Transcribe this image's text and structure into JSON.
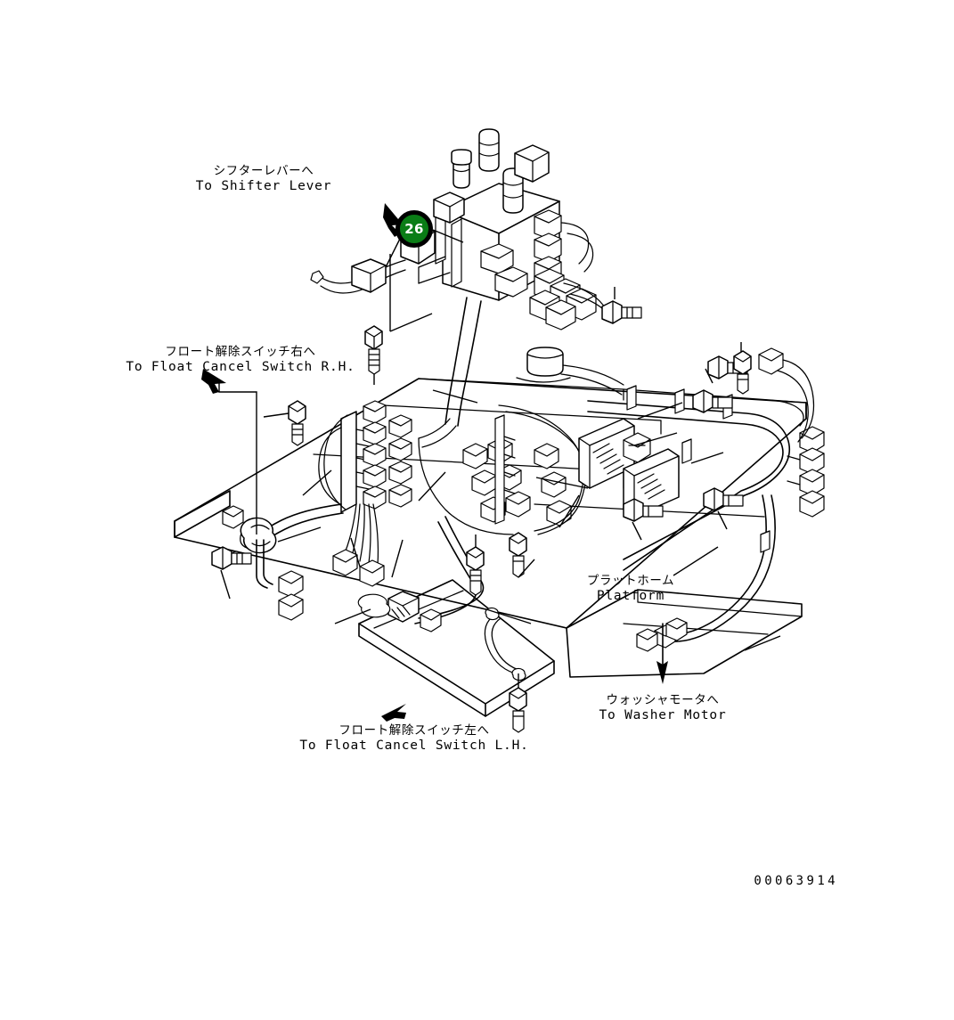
{
  "sheet": {
    "background_color": "#ffffff",
    "line_color": "#000000",
    "drawing_number": "00063914"
  },
  "badge": {
    "number": "26",
    "fill_color": "#0a7d16",
    "ring_color": "#000000",
    "text_color": "#ffffff"
  },
  "callouts": [
    {
      "id": "shifter-lever",
      "jp": "シフターレバーへ",
      "en": "To Shifter Lever"
    },
    {
      "id": "float-cancel-switch-rh",
      "jp": "フロート解除スイッチ右へ",
      "en": "To Float Cancel Switch R.H."
    },
    {
      "id": "float-cancel-switch-lh",
      "jp": "フロート解除スイッチ左へ",
      "en": "To Float Cancel Switch L.H."
    },
    {
      "id": "washer-motor",
      "jp": "ウォッシャモータへ",
      "en": "To Washer Motor"
    },
    {
      "id": "platform",
      "jp": "プラットホーム",
      "en": "Platform"
    }
  ]
}
